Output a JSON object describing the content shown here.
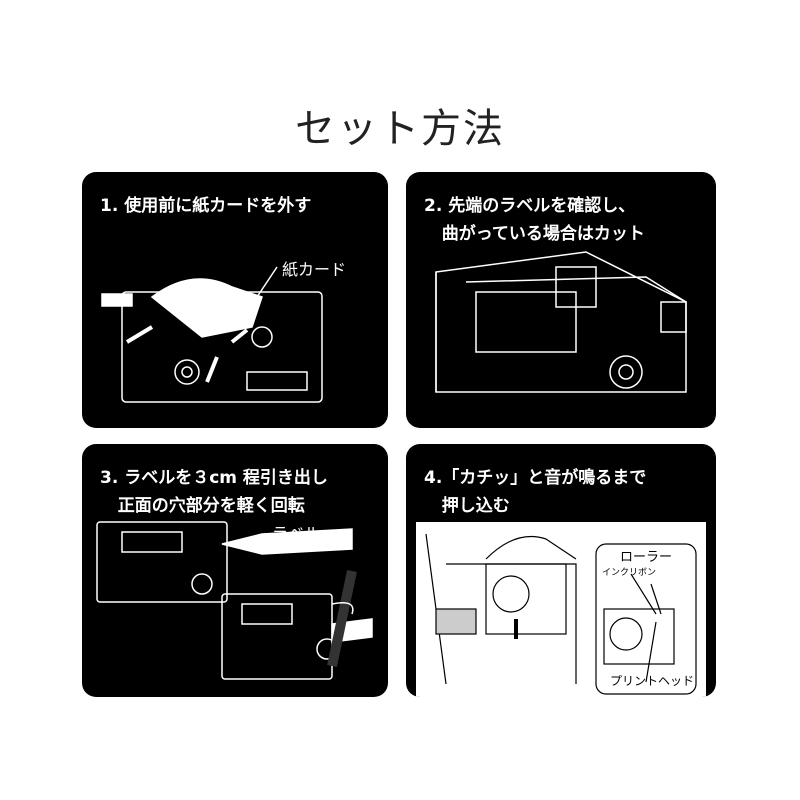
{
  "title": "セット方法",
  "steps": [
    {
      "caption": "1. 使用前に紙カードを外す",
      "labels": [
        "紙カード"
      ]
    },
    {
      "caption": "2. 先端のラベルを確認し、\n   曲がっている場合はカット",
      "labels": []
    },
    {
      "caption": "3. ラベルを３cm 程引き出し\n   正面の穴部分を軽く回転",
      "labels": [
        "ラベル"
      ]
    },
    {
      "caption": "4.「カチッ」と音が鳴るまで\n   押し込む",
      "labels": [
        "ローラー",
        "インクリボン",
        "プリントヘッド"
      ]
    }
  ]
}
